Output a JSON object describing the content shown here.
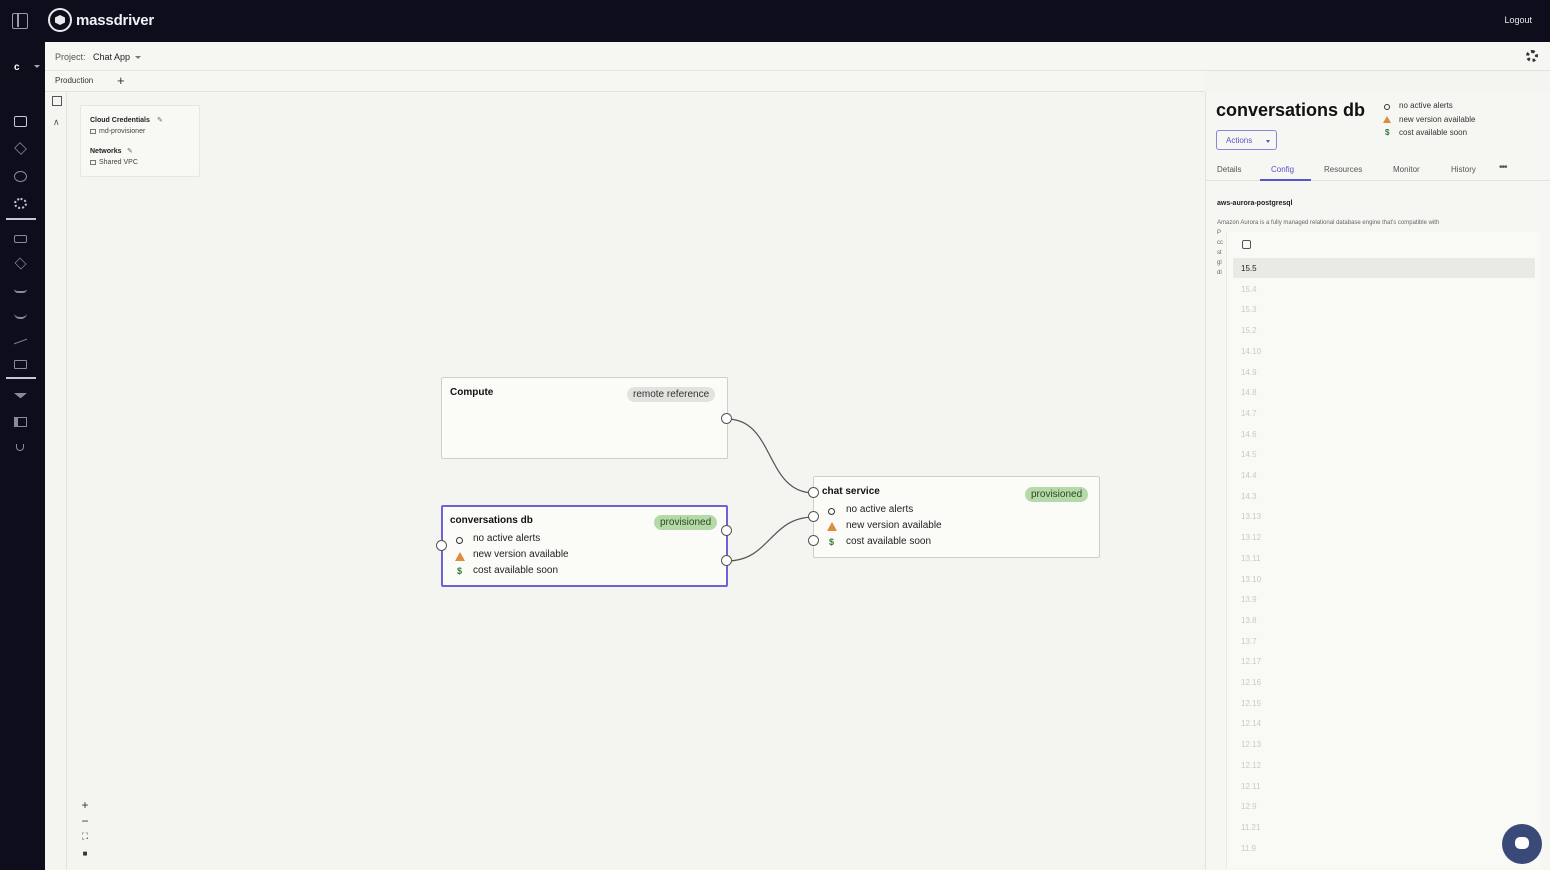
{
  "app": {
    "name": "massdriver",
    "logout_label": "Logout"
  },
  "rail": {
    "org_initial": "c"
  },
  "project": {
    "label": "Project:",
    "name": "Chat App"
  },
  "environment": {
    "tab": "Production",
    "add_label": "+"
  },
  "infrastructure": {
    "credentials_title": "Cloud Credentials",
    "credentials_value": "md-provisioner",
    "networks_title": "Networks",
    "networks_value": "Shared VPC"
  },
  "nodes": {
    "compute": {
      "title": "Compute",
      "badge": "remote reference"
    },
    "conversations_db": {
      "title": "conversations db",
      "badge": "provisioned",
      "alerts": "no active alerts",
      "version": "new version available",
      "cost": "cost available soon"
    },
    "chat_service": {
      "title": "chat service",
      "badge": "provisioned",
      "alerts": "no active alerts",
      "version": "new version available",
      "cost": "cost available soon"
    }
  },
  "zoom_controls": {
    "zoom_in": "+",
    "zoom_out": "−",
    "fit": "⛶",
    "lock": "■"
  },
  "panel": {
    "title": "conversations db",
    "status": {
      "alerts": "no active alerts",
      "version": "new version available",
      "cost": "cost available soon",
      "dollar": "$"
    },
    "actions_label": "Actions",
    "tabs": [
      "Details",
      "Config",
      "Resources",
      "Monitor",
      "History"
    ],
    "active_tab": "Config",
    "more_label": "•••",
    "package_name": "aws-aurora-postgresql",
    "package_description": "Amazon Aurora is a fully managed relational database engine that's compatible with",
    "description_fragments": [
      "P",
      "cc",
      "st",
      "gl",
      "dl"
    ]
  },
  "version_dropdown": {
    "selected": "15.5",
    "options": [
      "15.5",
      "15.4",
      "15.3",
      "15.2",
      "14.10",
      "14.9",
      "14.8",
      "14.7",
      "14.6",
      "14.5",
      "14.4",
      "14.3",
      "13.13",
      "13.12",
      "13.11",
      "13.10",
      "13.9",
      "13.8",
      "13.7",
      "12.17",
      "12.16",
      "12.15",
      "12.14",
      "12.13",
      "12.12",
      "12.11",
      "12.9",
      "11.21",
      "11.9"
    ]
  },
  "colors": {
    "accent": "#6b63d8",
    "navy": "#0d0d1c",
    "provisioned_bg": "#b6d9a9",
    "warning": "#e08a3a",
    "cost": "#2b7a3a"
  }
}
